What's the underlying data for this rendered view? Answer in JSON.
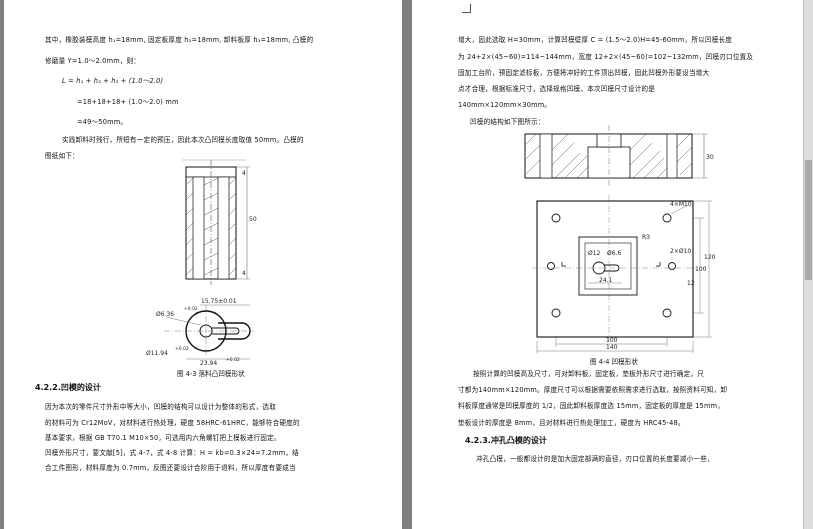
{
  "page1": {
    "lines": [
      "其中，橡胶装模高度 h₁=18mm, 固定板厚度 h₂=18mm, 卸料板厚 h₃=18mm,   凸模的",
      "修磨量 Y=1.0～2.0mm，则：",
      "L = h₁ + h₂ + h₃ + (1.0～2.0)",
      "=18+18+18+ (1.0～2.0) mm",
      "=49～50mm。",
      "实践卸料时残行，所短有一定的预压，因此本次凸凹模长度取值 50mm。凸模的",
      "图纸如下："
    ],
    "fig_caption": "图 4-3  落料凸凹模形状",
    "fig_dims": {
      "width_top": "4",
      "height": "50",
      "width_bottom": "4",
      "d1": "Ø6.36",
      "tol1": "+0.02",
      "slot": "15.75±0.01",
      "d2": "Ø11.94",
      "tol2": "+0.02",
      "len": "23.94",
      "tol3": "+0.02"
    },
    "section_heading": "4.2.2.凹模的设计",
    "body_lines": [
      "因为本次的零件尺寸外形中等大小，凹模的结构可以设计为整体的形式，选取",
      "的材料可为 Cr12MoV，对材料进行热处理，硬度 58HRC-61HRC，能够符合硬度的",
      "基本要求，根据 GB T70.1 M10×50，可选用内六角螺钉把上模板进行固定。",
      "凹模外形尺寸，要文献[5]，式 4-7，式 4-8 计算：H = kb=0.3×24=7.2mm，结",
      "合工件图形，材料厚度为 0.7mm，反图还要设计合阶用于退料，所以厚度有要成当"
    ]
  },
  "page2": {
    "lines": [
      "增大，固此选取 H=30mm，计算凹模壁厚 C = (1.5～2.0)H=45-60mm，所以凹模长度",
      "为 24+2×(45~60)=114~144mm，宽度 12+2×(45~60)=102~132mm，凹模刃口位置及",
      "固加工台阶，预固定滤标板，方便将冲好的工件顶出凹模，固此凹模外形要设当增大",
      "点才合理，根据标准尺寸，选择规格凹模，本次凹模尺寸设计的是",
      "140mm×120mm×30mm。",
      "凹模的结构如下图所示："
    ],
    "fig_caption": "图 4-4  凹模形状",
    "fig_dims": {
      "top_h": "30",
      "screw": "4×M10",
      "r": "R3",
      "d1": "Ø12",
      "d2": "Ø6.6",
      "dowel": "2×Ø10",
      "w1": "24.1",
      "right1": "100",
      "right2": "120",
      "bottom1": "100",
      "bottom2": "140",
      "num": "12"
    },
    "body_lines": [
      "按照计算的凹模高及尺寸，可对卸料板，固定板，垫板外形尺寸进行确定，尺",
      "寸都为140mm×120mm。厚度尺寸可以根据需要依照需求进行选取，按照资料可知，卸",
      "料板厚度通常是凹模厚度的 1/2，固此卸料板厚度选 15mm，固定板的厚度是 15mm，",
      "垫板设计的厚度是 8mm，且对材料进行热处理加工，硬度为 HRC45-48。"
    ],
    "section_heading": "4.2.3.冲孔凸模的设计",
    "last_line": "冲孔凸模，一般都设计的是加大固定部满的直径，刃口位置的长度要减小一些，"
  }
}
